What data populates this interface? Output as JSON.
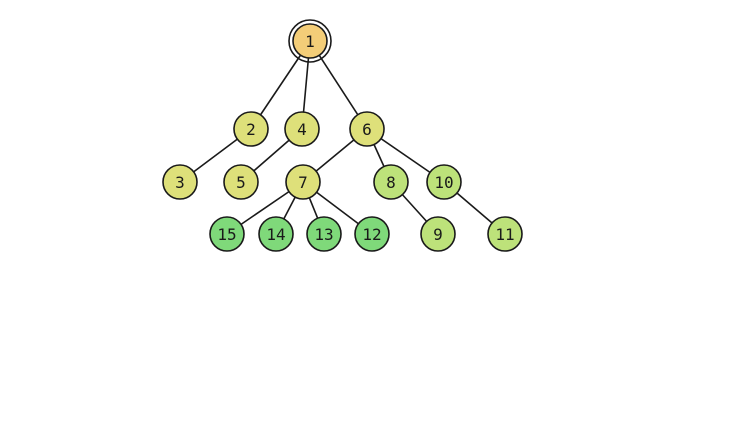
{
  "colors": {
    "root": "#f3cd78",
    "level_yellow": "#dee07a",
    "level_lightgreen": "#bde27a",
    "level_green": "#7fd97a",
    "stroke": "#1a1a1a"
  },
  "tree": {
    "root": "1",
    "nodes": [
      {
        "id": "1",
        "label": "1",
        "color": "root"
      },
      {
        "id": "2",
        "label": "2",
        "color": "level_yellow"
      },
      {
        "id": "4",
        "label": "4",
        "color": "level_yellow"
      },
      {
        "id": "6",
        "label": "6",
        "color": "level_yellow"
      },
      {
        "id": "3",
        "label": "3",
        "color": "level_yellow"
      },
      {
        "id": "5",
        "label": "5",
        "color": "level_yellow"
      },
      {
        "id": "7",
        "label": "7",
        "color": "level_yellow"
      },
      {
        "id": "8",
        "label": "8",
        "color": "level_lightgreen"
      },
      {
        "id": "10",
        "label": "10",
        "color": "level_lightgreen"
      },
      {
        "id": "15",
        "label": "15",
        "color": "level_green"
      },
      {
        "id": "14",
        "label": "14",
        "color": "level_green"
      },
      {
        "id": "13",
        "label": "13",
        "color": "level_green"
      },
      {
        "id": "12",
        "label": "12",
        "color": "level_green"
      },
      {
        "id": "9",
        "label": "9",
        "color": "level_lightgreen"
      },
      {
        "id": "11",
        "label": "11",
        "color": "level_lightgreen"
      }
    ],
    "edges": [
      [
        "1",
        "2"
      ],
      [
        "1",
        "4"
      ],
      [
        "1",
        "6"
      ],
      [
        "2",
        "3"
      ],
      [
        "4",
        "5"
      ],
      [
        "6",
        "7"
      ],
      [
        "6",
        "8"
      ],
      [
        "6",
        "10"
      ],
      [
        "7",
        "15"
      ],
      [
        "7",
        "14"
      ],
      [
        "7",
        "13"
      ],
      [
        "7",
        "12"
      ],
      [
        "8",
        "9"
      ],
      [
        "10",
        "11"
      ]
    ]
  }
}
